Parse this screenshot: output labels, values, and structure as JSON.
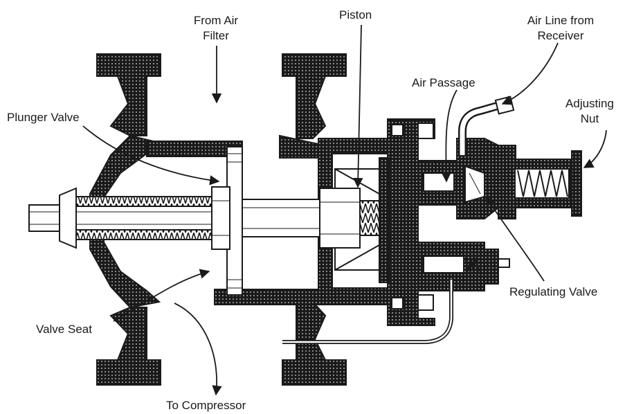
{
  "labels": {
    "from_air_filter_1": "From Air",
    "from_air_filter_2": "Filter",
    "piston": "Piston",
    "air_line_1": "Air Line from",
    "air_line_2": "Receiver",
    "air_passage": "Air Passage",
    "adjusting_nut_1": "Adjusting",
    "adjusting_nut_2": "Nut",
    "plunger_valve": "Plunger Valve",
    "regulating_valve": "Regulating Valve",
    "valve_seat": "Valve Seat",
    "to_compressor": "To Compressor"
  },
  "colors": {
    "ink": "#1a1a1a",
    "hatch": "#2a2a2a",
    "paper": "#ffffff"
  }
}
